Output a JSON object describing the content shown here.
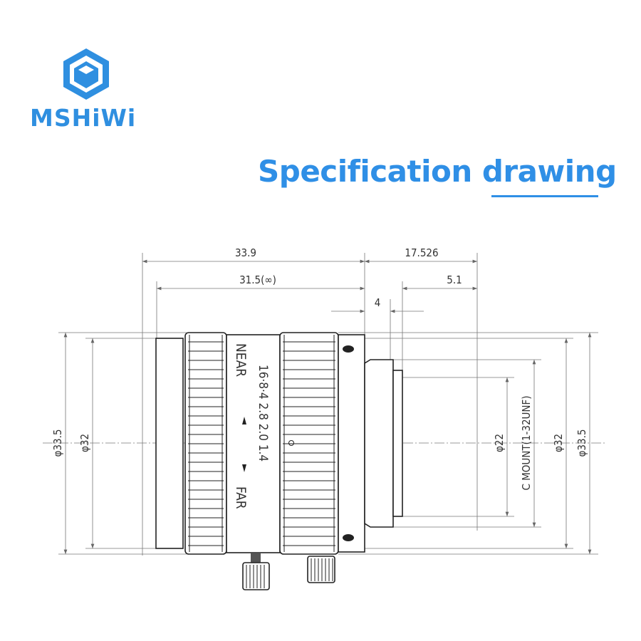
{
  "brand": {
    "name": "MSHiWi",
    "color": "#2f8fe0"
  },
  "title": "Specification drawing",
  "accent": "#2f8fe6",
  "dimensions": {
    "overall_length": "33.9",
    "flange_back": "17.526",
    "length_infinity": "31.5(∞)",
    "mount_depth": "5.1",
    "thread_length": "4",
    "left_outer_dia": "φ33.5",
    "left_inner_dia": "φ32",
    "rear_dia": "φ22",
    "mount_label": "C MOUNT(1-32UNF)",
    "right_inner_dia": "φ32",
    "right_outer_dia": "φ33.5"
  },
  "lens_markings": {
    "near": "NEAR",
    "far": "FAR",
    "aperture_scale": "16·8·4  2.8  2.0  1.4"
  }
}
